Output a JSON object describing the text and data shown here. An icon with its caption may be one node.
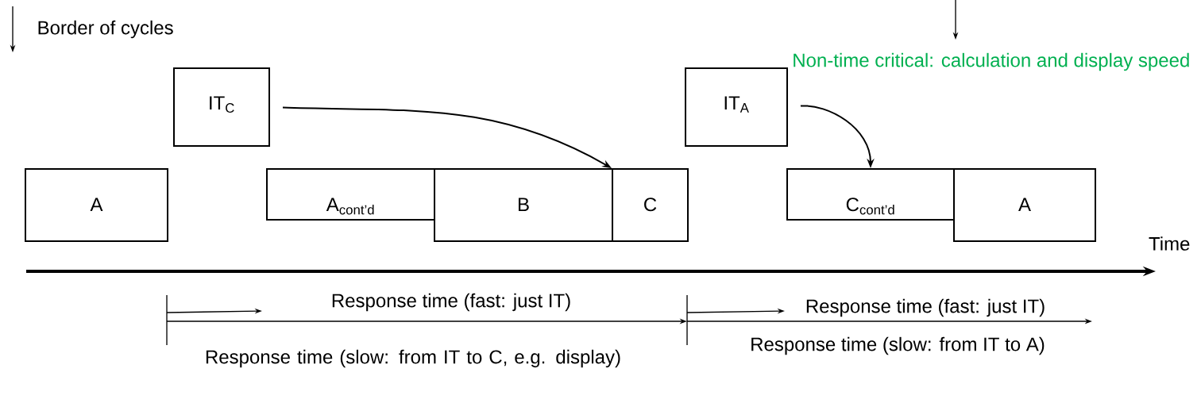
{
  "diagram": {
    "nodes": [
      {
        "text": [
          "IT$_{C}$"
        ]
      },
      {
        "text": [
          "A"
        ]
      },
      {
        "text": [
          "A$_{cont’d}$"
        ]
      },
      {
        "text": [
          "B"
        ]
      },
      {
        "text": [
          "C"
        ]
      },
      {
        "text": [
          "IT$_{A}$"
        ]
      },
      {
        "text": [
          "C$_{cont’d}$"
        ]
      },
      {
        "text": [
          "A"
        ]
      }
    ],
    "edges": [
      {
        "from": 0,
        "to": 4,
        "arrow": "to"
      },
      {
        "from": 5,
        "to": 6,
        "arrow": "to"
      }
    ],
    "labels": [
      "Border of cycles",
      "Non-time critical: calculation and display speed",
      "Time",
      "Response time (fast: just IT)",
      "Response time (slow: from IT to C, e.g. display)",
      "Response time (fast: just IT)",
      "Response time (slow: from IT to A)"
    ]
  }
}
